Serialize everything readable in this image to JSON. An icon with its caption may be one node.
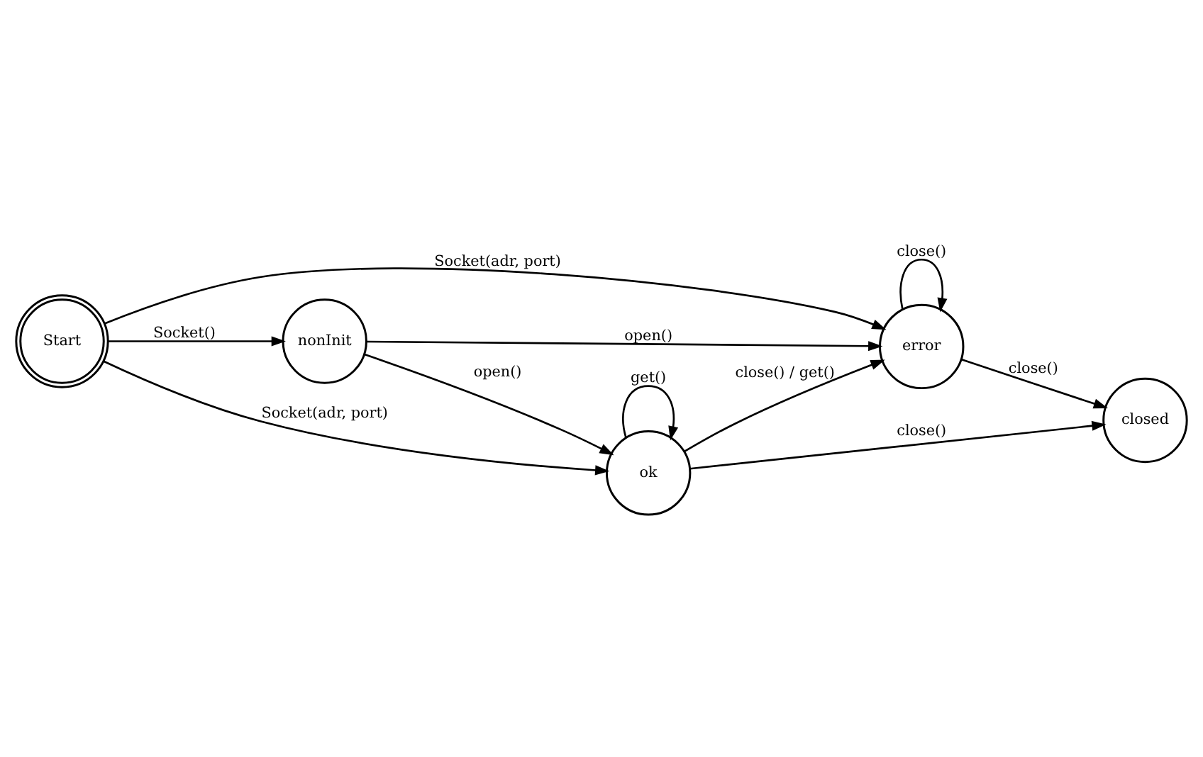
{
  "diagram": {
    "nodes": [
      {
        "text": [
          "Start"
        ]
      },
      {
        "text": [
          "nonInit"
        ]
      },
      {
        "text": [
          "closed"
        ]
      },
      {
        "text": [
          "ok"
        ]
      },
      {
        "text": [
          "error"
        ]
      }
    ],
    "edges": [
      {
        "from": 0,
        "to": 1,
        "arrow": "to",
        "label": "Socket()"
      },
      {
        "from": 0,
        "to": 4,
        "arrow": "to",
        "label": "Socket(adr, port)"
      },
      {
        "from": 0,
        "to": 3,
        "arrow": "to",
        "label": "Socket(adr, port)"
      },
      {
        "from": 1,
        "to": 3,
        "arrow": "to",
        "label": "open()"
      },
      {
        "from": 1,
        "to": 4,
        "arrow": "to",
        "label": "open()"
      },
      {
        "from": 3,
        "to": 2,
        "arrow": "to",
        "label": "close()"
      },
      {
        "from": 3,
        "to": 4,
        "arrow": "to",
        "label": "close() / get()"
      },
      {
        "from": 4,
        "to": 2,
        "arrow": "to",
        "label": "close()"
      },
      {
        "from": 3,
        "to": 3,
        "arrow": "to",
        "label": "get()"
      },
      {
        "from": 4,
        "to": 4,
        "arrow": "to",
        "label": "close()"
      }
    ]
  }
}
